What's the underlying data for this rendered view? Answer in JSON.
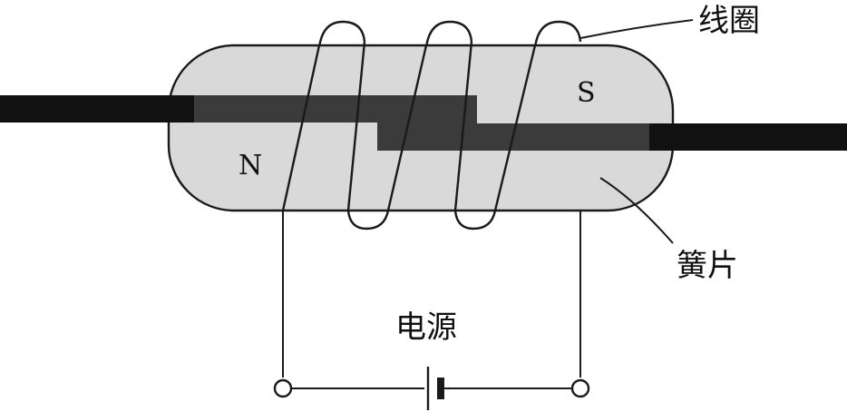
{
  "labels": {
    "coil": "线圈",
    "reed": "簧片",
    "power": "电源",
    "north": "N",
    "south": "S"
  },
  "colors": {
    "background": "#ffffff",
    "tube_fill": "#d9d9d9",
    "lead_dark": "#111111",
    "reed_inner": "#3b3b3b",
    "stroke": "#1a1a1a"
  }
}
